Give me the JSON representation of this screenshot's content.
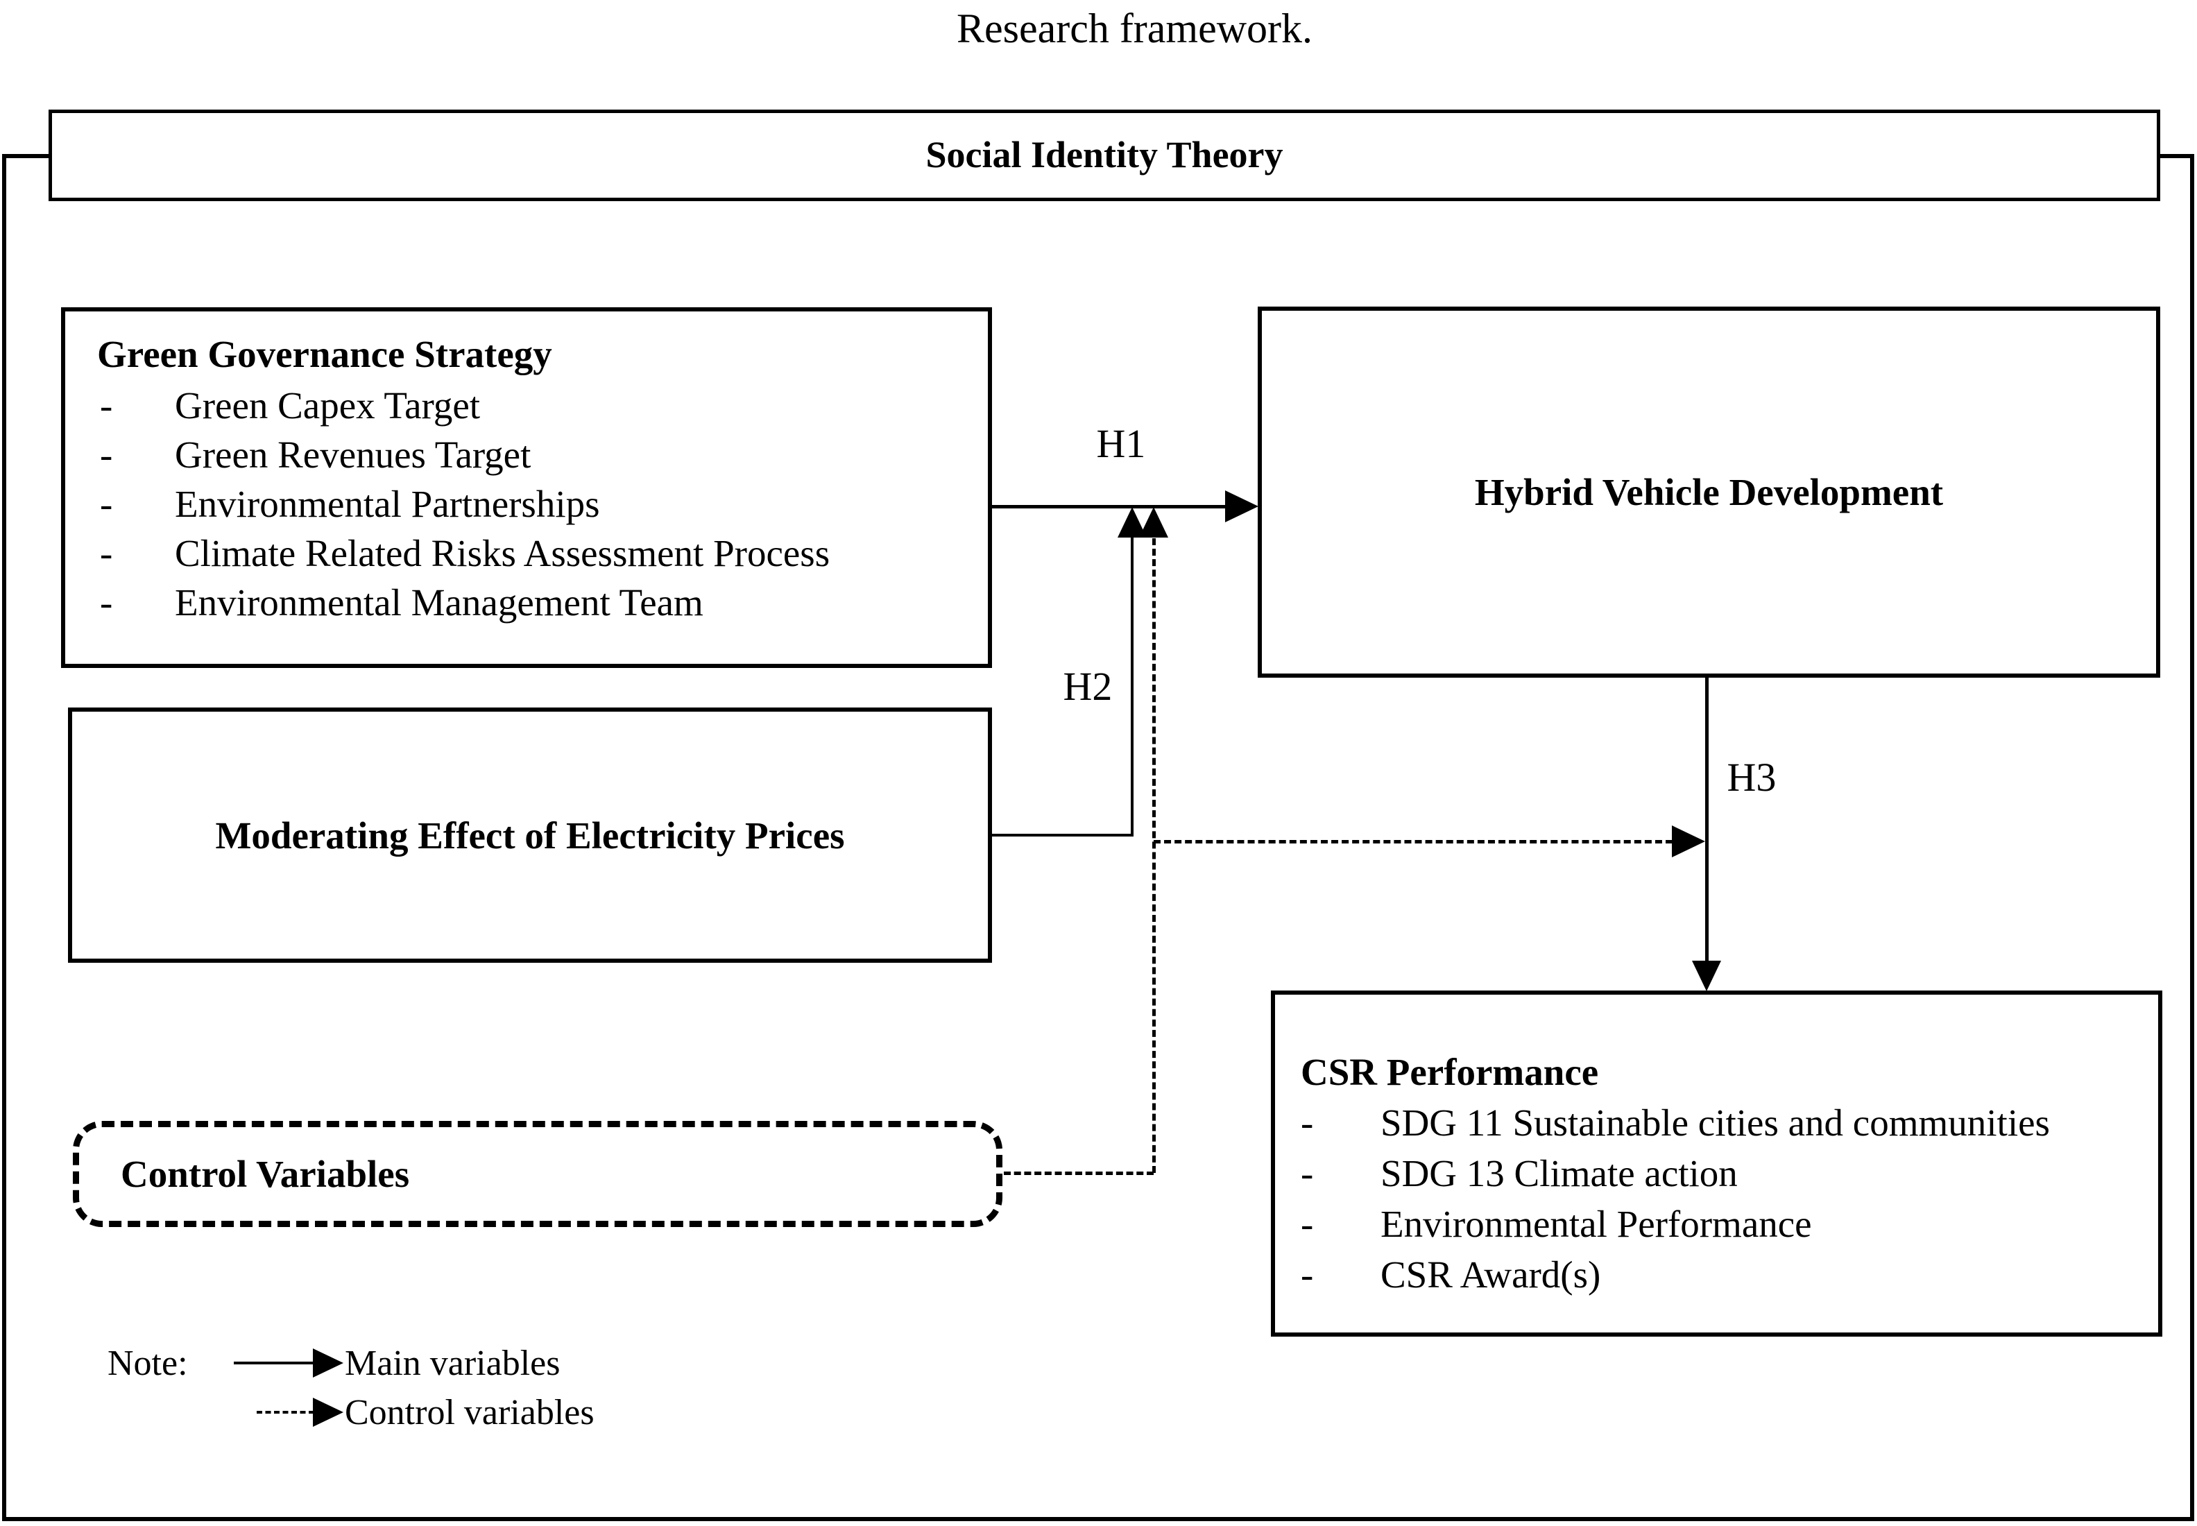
{
  "title": "Research framework.",
  "theory": {
    "label": "Social Identity Theory"
  },
  "green": {
    "title": "Green Governance Strategy",
    "bullet": "-",
    "items": [
      "Green Capex Target",
      "Green Revenues Target",
      "Environmental Partnerships",
      "Climate Related Risks Assessment Process",
      "Environmental Management Team"
    ]
  },
  "moderating": {
    "title": "Moderating Effect of Electricity Prices"
  },
  "control": {
    "title": "Control Variables"
  },
  "hybrid": {
    "title": "Hybrid Vehicle Development"
  },
  "csr": {
    "title": "CSR Performance",
    "bullet": "-",
    "items": [
      "SDG 11 Sustainable cities and communities",
      "SDG 13 Climate action",
      "Environmental Performance",
      "CSR Award(s)"
    ]
  },
  "hypotheses": {
    "h1": "H1",
    "h2": "H2",
    "h3": "H3"
  },
  "legend": {
    "note": "Note:",
    "main": "Main variables",
    "control": "Control variables"
  },
  "colors": {
    "ink": "#000000",
    "background": "#ffffff"
  }
}
